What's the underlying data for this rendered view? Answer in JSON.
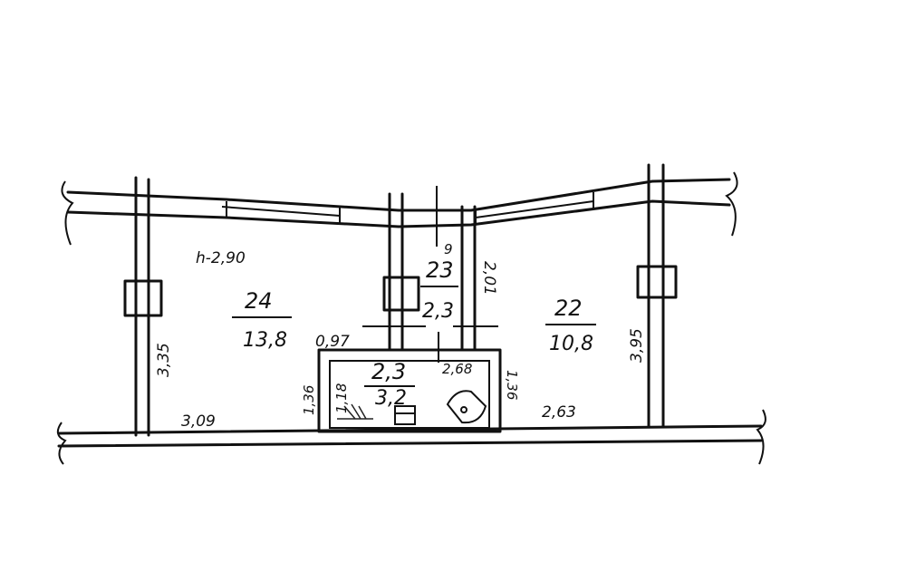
{
  "plan": {
    "ceiling_height": "h-2,90",
    "rooms": [
      {
        "id": "room-24",
        "number": "24",
        "area": "13,8"
      },
      {
        "id": "room-23-corridor",
        "number": "23",
        "area": "2,3"
      },
      {
        "id": "room-22",
        "number": "22",
        "area": "10,8"
      },
      {
        "id": "room-23-bath",
        "number": "2,3",
        "area": "3,2"
      }
    ],
    "dimensions": {
      "left_wall": "3,35",
      "left_bottom": "3,09",
      "corridor_width": "0,97",
      "corridor_depth": "2,01",
      "corridor_top": "9",
      "bath_left_outer": "1,36",
      "bath_left_inner": "1,18",
      "bath_width": "2,68",
      "bath_right": "1,36",
      "right_bottom": "2,63",
      "right_wall": "3,95"
    }
  }
}
